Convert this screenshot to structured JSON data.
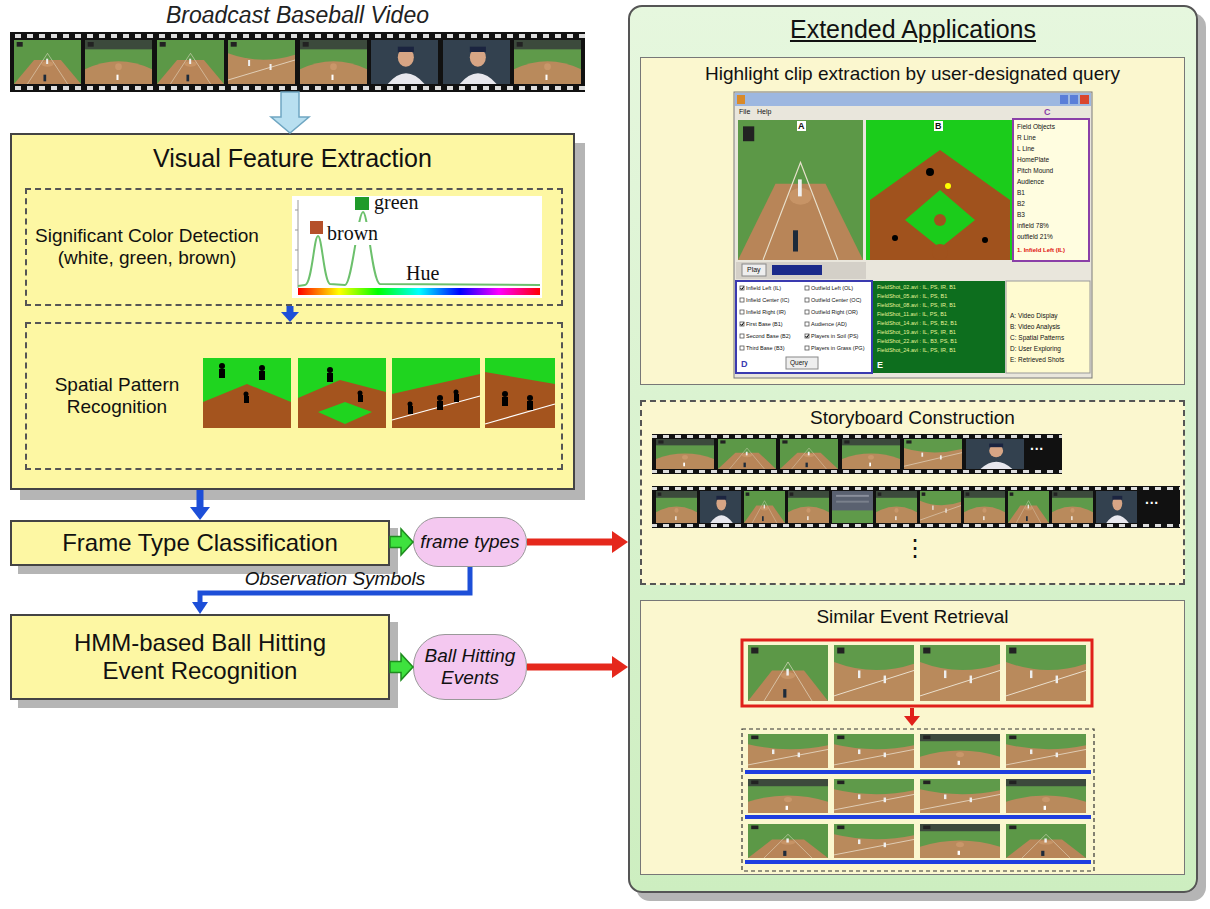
{
  "diagram": {
    "nodes": [
      {
        "text": [
          "Broadcast Baseball Video"
        ]
      },
      {
        "text": [
          "Visual Feature Extraction"
        ]
      },
      {
        "text": [
          "Significant Color Detection (white, green, brown)"
        ],
        "in": 1
      },
      {
        "text": [
          "Spatial Pattern Recognition"
        ],
        "in": 1
      },
      {
        "text": [
          "Frame Type Classification"
        ]
      },
      {
        "text": [
          "frame types"
        ]
      },
      {
        "text": [
          "HMM-based Ball Hitting Event Recognition"
        ]
      },
      {
        "text": [
          "Ball Hitting Events"
        ]
      },
      {
        "text": [
          "Extended Applications"
        ]
      },
      {
        "text": [
          "Highlight clip extraction by user-designated query"
        ],
        "in": 8
      },
      {
        "text": [
          "Storyboard Construction"
        ],
        "in": 8
      },
      {
        "text": [
          "Similar Event Retrieval"
        ],
        "in": 8
      }
    ],
    "edges": [
      {
        "from": 0,
        "to": 1,
        "arrow": "to"
      },
      {
        "from": 2,
        "to": 3,
        "arrow": "to"
      },
      {
        "from": 1,
        "to": 4,
        "arrow": "to"
      },
      {
        "from": 4,
        "to": 5,
        "arrow": "to"
      },
      {
        "from": 5,
        "to": 8,
        "arrow": "to"
      },
      {
        "from": 5,
        "to": 6,
        "arrow": "to",
        "label": "Observation Symbols"
      },
      {
        "from": 6,
        "to": 7,
        "arrow": "to"
      },
      {
        "from": 7,
        "to": 8,
        "arrow": "to"
      }
    ],
    "labels": [
      "green",
      "brown",
      "Hue",
      "File",
      "Help",
      "A",
      "B",
      "C",
      "D",
      "E",
      "Field Objects",
      "R Line",
      "L Line",
      "HomePlate",
      "Pitch Mound",
      "Audience",
      "B1",
      "B2",
      "B3",
      "infield 78%",
      "outfield 21%",
      "1. Infield Left (IL)",
      "Play",
      "Infield Left (IL)",
      "Infield Center (IC)",
      "Infield Right (IR)",
      "First Base (B1)",
      "Second Base (B2)",
      "Third Base (B3)",
      "Outfield Left (OL)",
      "Outfield Center (OC)",
      "Outfield Right (OR)",
      "Audience (AD)",
      "Players in Soil (PS)",
      "Players in Grass (PG)",
      "Query",
      "FieldShot_02.avi : IL, PS, IR, B1",
      "FieldShot_05.avi : IL, PS, B1",
      "FieldShot_08.avi : IL, PS, IR, B1",
      "FieldShot_11.avi : IL, PS, B1",
      "FieldShot_14.avi : IL, PS, B2, B1",
      "FieldShot_19.avi : IL, PS, IR, B1",
      "FieldShot_22.avi : IL, B3, PS, B1",
      "FieldShot_24.avi : IL, PS, IR, B1",
      "A: Video Display",
      "B: Video Analysis",
      "C: Spatial Patterns",
      "D: User Exploring",
      "E: Retrieved Shots",
      "···",
      "···",
      "⋮"
    ]
  }
}
